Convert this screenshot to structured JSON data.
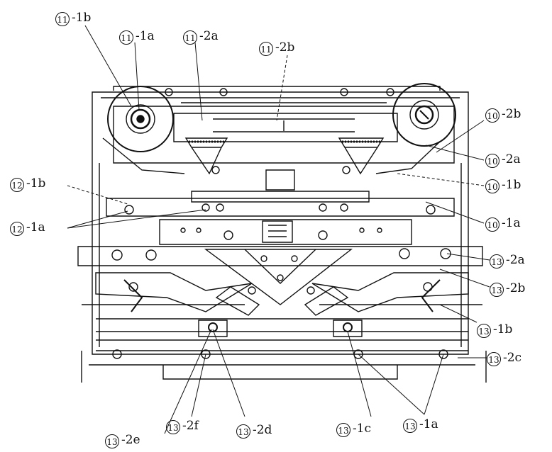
{
  "labels": [
    {
      "id": "l11_1b",
      "num": "11",
      "code": "-1b"
    },
    {
      "id": "l11_1a",
      "num": "11",
      "code": "-1a"
    },
    {
      "id": "l11_2a",
      "num": "11",
      "code": "-2a"
    },
    {
      "id": "l11_2b",
      "num": "11",
      "code": "-2b"
    },
    {
      "id": "l10_2b",
      "num": "10",
      "code": "-2b"
    },
    {
      "id": "l10_2a",
      "num": "10",
      "code": "-2a"
    },
    {
      "id": "l10_1b",
      "num": "10",
      "code": "-1b"
    },
    {
      "id": "l10_1a",
      "num": "10",
      "code": "-1a"
    },
    {
      "id": "l12_1b",
      "num": "12",
      "code": "-1b"
    },
    {
      "id": "l12_1a",
      "num": "12",
      "code": "-1a"
    },
    {
      "id": "l13_2a",
      "num": "13",
      "code": "-2a"
    },
    {
      "id": "l13_2b",
      "num": "13",
      "code": "-2b"
    },
    {
      "id": "l13_1b",
      "num": "13",
      "code": "-1b"
    },
    {
      "id": "l13_2c",
      "num": "13",
      "code": "-2c"
    },
    {
      "id": "l13_2e",
      "num": "13",
      "code": "-2e"
    },
    {
      "id": "l13_2f",
      "num": "13",
      "code": "-2f"
    },
    {
      "id": "l13_2d",
      "num": "13",
      "code": "-2d"
    },
    {
      "id": "l13_1c",
      "num": "13",
      "code": "-1c"
    },
    {
      "id": "l13_1a",
      "num": "13",
      "code": "-1a"
    }
  ],
  "colors": {
    "ink": "#111111",
    "paper": "#ffffff"
  }
}
